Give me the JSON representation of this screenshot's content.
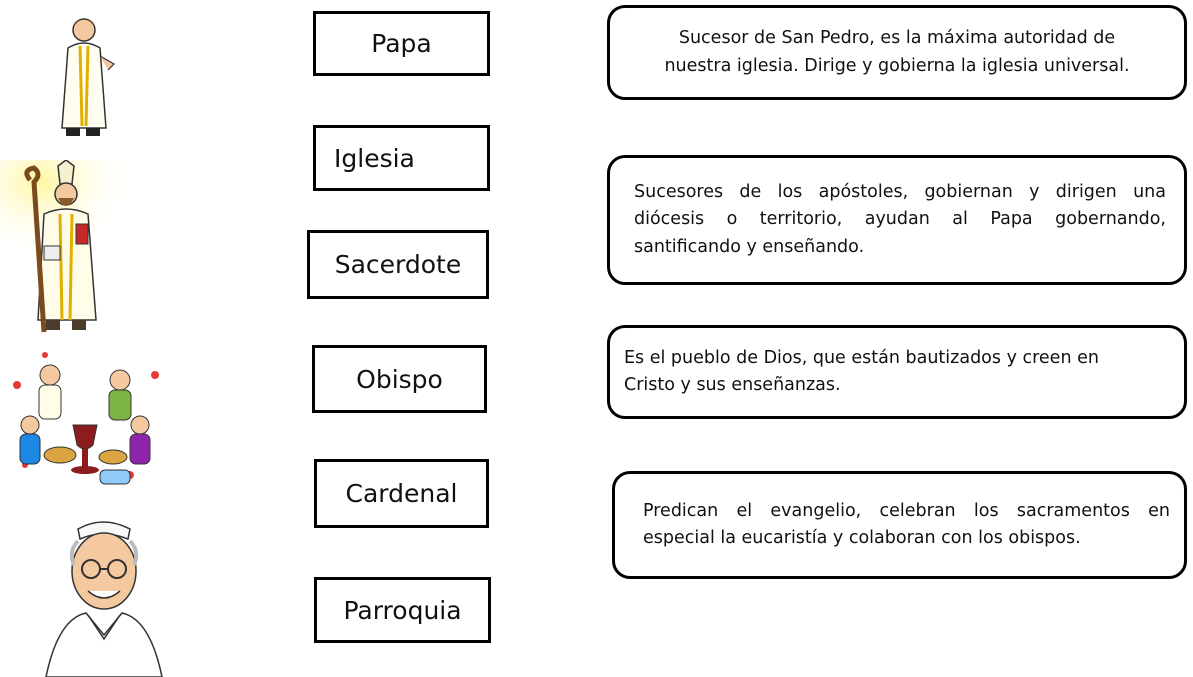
{
  "images": [
    {
      "name": "priest-figure"
    },
    {
      "name": "bishop-saint-figure"
    },
    {
      "name": "church-community-figure"
    },
    {
      "name": "pope-francis-portrait"
    }
  ],
  "words": [
    "Papa",
    "Iglesia",
    "Sacerdote",
    "Obispo",
    "Cardenal",
    "Parroquia"
  ],
  "descriptions": [
    {
      "lines": [
        "Sucesor de San Pedro, es la máxima autoridad de",
        "nuestra iglesia. Dirige y gobierna  la iglesia universal."
      ]
    },
    {
      "lines": [
        "Sucesores de los apóstoles, gobiernan y dirigen  una",
        "diócesis o territorio, ayudan al Papa   gobernando,",
        "santificando y enseñando."
      ]
    },
    {
      "lines": [
        "Es el pueblo de Dios, que están bautizados y creen en",
        "Cristo y sus enseñanzas."
      ]
    },
    {
      "lines": [
        "Predican el evangelio, celebran los sacramentos en",
        "especial la eucaristía y colaboran con los obispos."
      ]
    }
  ]
}
